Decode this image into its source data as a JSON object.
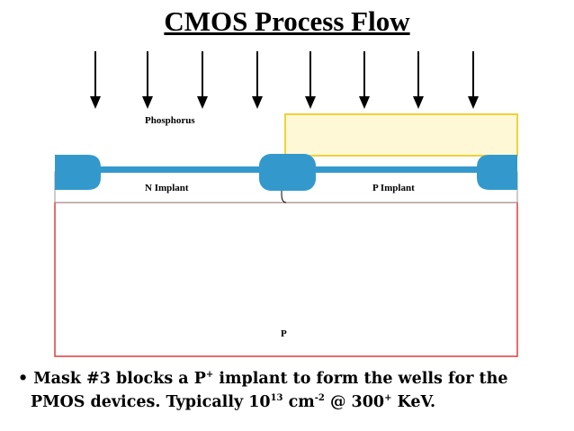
{
  "title": "CMOS Process Flow",
  "labels": {
    "dopant": "Phosphorus",
    "n_implant": "N Implant",
    "p_implant": "P Implant",
    "substrate": "P"
  },
  "bullet": {
    "marker": "•",
    "line1_a": "Mask #3 blocks a P",
    "line1_sup": "+",
    "line1_b": " implant to form the wells for the",
    "line2_a": "PMOS devices. Typically 10",
    "line2_sup1": "13",
    "line2_b": " cm",
    "line2_sup2": "-2",
    "line2_c": " @ 300",
    "line2_sup3": "+",
    "line2_d": " KeV."
  },
  "colors": {
    "oxide": "#3399cc",
    "mask_fill": "#fff8d6",
    "mask_border": "#f0d23a",
    "substrate_border": "#e03c3c",
    "arrow": "#000000"
  },
  "implant_arrow_count": 8
}
